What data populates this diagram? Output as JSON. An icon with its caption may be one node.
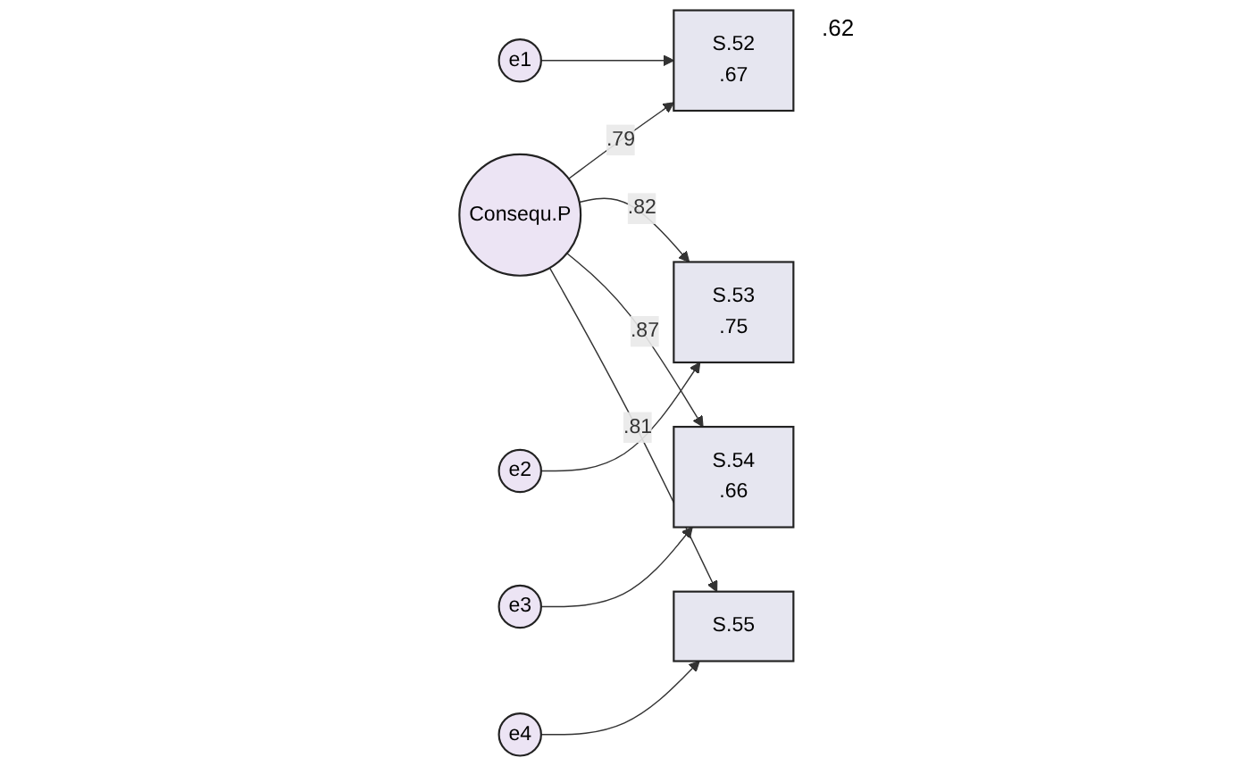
{
  "diagram": {
    "nodes": [
      {
        "text": [
          "Consequ.P"
        ]
      },
      {
        "text": [
          "S.52",
          ".67"
        ]
      },
      {
        "text": [
          "S.53",
          ".75"
        ]
      },
      {
        "text": [
          "S.54",
          ".66"
        ]
      },
      {
        "text": [
          "S.55"
        ]
      },
      {
        "text": [
          "e1"
        ]
      },
      {
        "text": [
          "e2"
        ]
      },
      {
        "text": [
          "e3"
        ]
      },
      {
        "text": [
          "e4"
        ]
      }
    ],
    "edges": [
      {
        "from": 0,
        "to": 1,
        "arrow": "to",
        "label": ".79"
      },
      {
        "from": 0,
        "to": 2,
        "arrow": "to",
        "label": ".82"
      },
      {
        "from": 0,
        "to": 3,
        "arrow": "to",
        "label": ".87"
      },
      {
        "from": 0,
        "to": 4,
        "arrow": "to",
        "label": ".81"
      },
      {
        "from": 5,
        "to": 1,
        "arrow": "to"
      },
      {
        "from": 6,
        "to": 2,
        "arrow": "to"
      },
      {
        "from": 7,
        "to": 3,
        "arrow": "to"
      },
      {
        "from": 8,
        "to": 4,
        "arrow": "to"
      }
    ],
    "labels": [
      ".62"
    ]
  }
}
